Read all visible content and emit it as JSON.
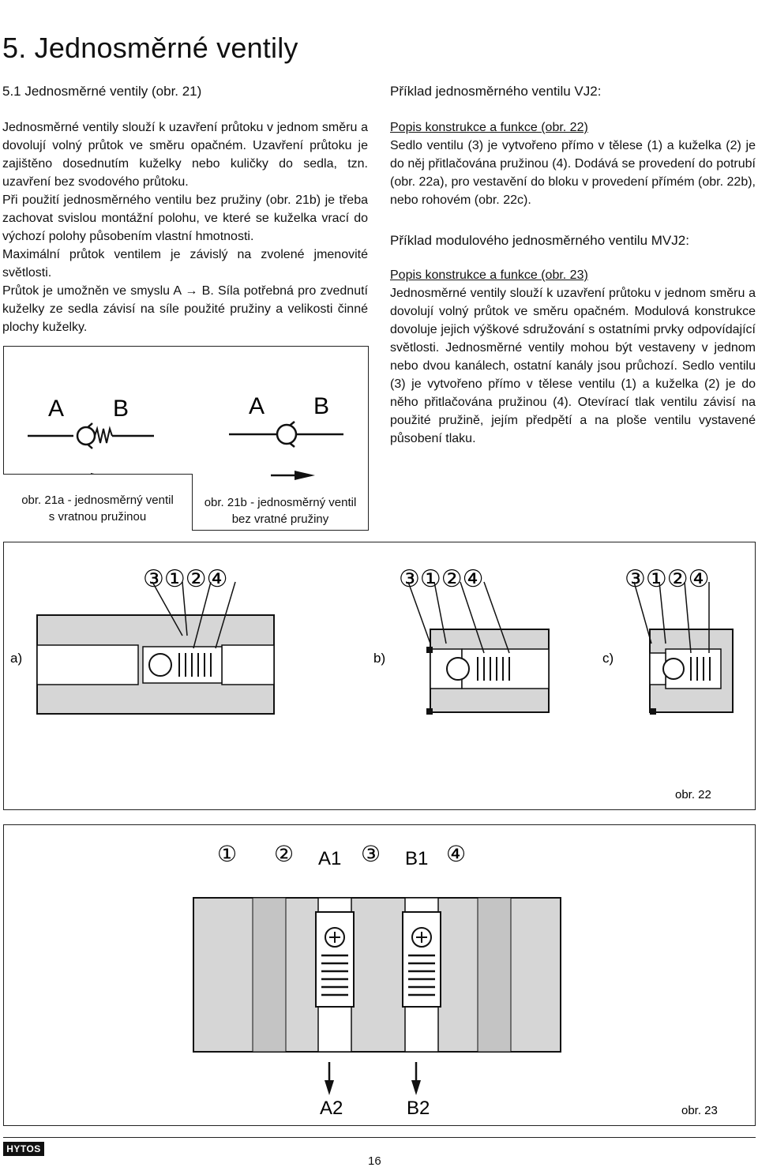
{
  "heading": "5. Jednosměrné ventily",
  "left": {
    "subheading": "5.1  Jednosměrné ventily (obr. 21)",
    "paragraphs": [
      "Jednosměrné ventily slouží k uzavření průtoku v jednom směru a dovolují volný průtok ve směru opačném. Uzavření průtoku je zajištěno dosednutím kuželky nebo kuličky do sedla, tzn. uzavření bez svodového průtoku.",
      "Při použití jednosměrného ventilu bez pružiny (obr. 21b) je třeba zachovat svislou montážní polohu, ve které se kuželka vrací do výchozí polohy působením vlastní hmotnosti.",
      "Maximální průtok ventilem je závislý na zvolené jmenovité světlosti.",
      "Průtok je umožněn ve smyslu A → B. Síla potřebná pro zvednutí kuželky ze sedla závisí na síle použité pružiny a velikosti činné plochy kuželky."
    ]
  },
  "right": {
    "example1_title": "Příklad jednosměrného ventilu VJ2:",
    "example1_sub": "Popis konstrukce a funkce (obr. 22)",
    "example1_text": "Sedlo ventilu (3) je vytvořeno přímo v tělese (1) a kuželka (2) je do něj přitlačována pružinou (4). Dodává se provedení do potrubí (obr. 22a), pro vestavění do bloku v provedení přímém (obr. 22b), nebo rohovém (obr. 22c).",
    "example2_title": "Příklad modulového jednosměrného ventilu MVJ2:",
    "example2_sub": "Popis konstrukce a funkce (obr. 23)",
    "example2_text": "Jednosměrné ventily slouží k uzavření průtoku v jednom směru a dovolují volný průtok ve směru opačném. Modulová konstrukce dovoluje jejich výškové sdružování s ostatními prvky odpovídající světlosti. Jednosměrné ventily mohou být vestaveny v jednom nebo dvou kanálech, ostatní kanály jsou průchozí. Sedlo ventilu (3) je vytvořeno přímo v tělese ventilu (1) a kuželka (2) je do něho přitlačována pružinou (4). Otevírací tlak ventilu závisí na použité pružině, jejím předpětí a na ploše ventilu vystavené působení tlaku."
  },
  "fig21": {
    "label_a": "A",
    "label_b": "B",
    "caption_a_line1": "obr. 21a - jednosměrný ventil",
    "caption_a_line2": "s vratnou pružinou",
    "caption_b_line1": "obr. 21b - jednosměrný ventil",
    "caption_b_line2": "bez vratné pružiny"
  },
  "fig22": {
    "numbers": "③①②④",
    "label_a": "a)",
    "label_b": "b)",
    "label_c": "c)",
    "caption": "obr. 22"
  },
  "fig23": {
    "n1": "①",
    "n2": "②",
    "n3": "③",
    "n4": "④",
    "a1": "A1",
    "b1": "B1",
    "a2": "A2",
    "b2": "B2",
    "caption": "obr. 23"
  },
  "footer": {
    "logo": "HYTOS",
    "page": "16"
  }
}
